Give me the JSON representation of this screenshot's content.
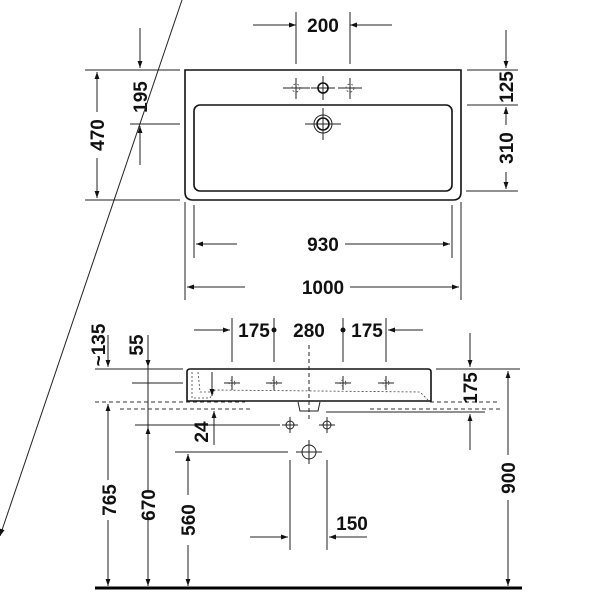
{
  "drawing": {
    "subject": "Washbasin dimension drawing",
    "units": "mm",
    "colors": {
      "line": "#222222",
      "background": "#ffffff",
      "text": "#111111"
    }
  },
  "top_view": {
    "dims": {
      "tap_hole_offset": "200",
      "basin_front_depth": "195",
      "overall_depth": "470",
      "rear_ledge": "125",
      "bowl_depth": "310",
      "bowl_width": "930",
      "overall_width": "1000"
    }
  },
  "front_view": {
    "dims": {
      "left_tap_offset": "175",
      "center_spacing": "280",
      "right_tap_offset": "175",
      "height_approx": "~135",
      "rim_to_bowl": "55",
      "overflow_drop": "24",
      "basin_height": "175",
      "waste_height": "765",
      "supply_height": "670",
      "trap_height": "560",
      "supply_spacing": "150",
      "rim_height": "900"
    }
  }
}
